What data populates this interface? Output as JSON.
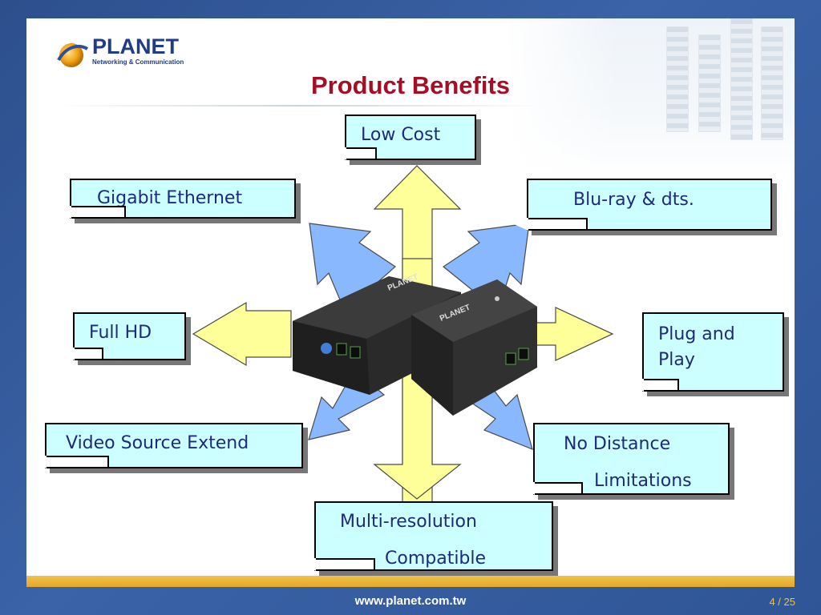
{
  "brand": {
    "name": "PLANET",
    "tagline": "Networking & Communication"
  },
  "slide": {
    "title": "Product Benefits"
  },
  "benefits": {
    "low_cost": "Low Cost",
    "gigabit": "Gigabit Ethernet",
    "bluray": "Blu-ray & dts.",
    "full_hd": "Full HD",
    "plug_play_1": "Plug and",
    "plug_play_2": "Play",
    "video_source": "Video Source Extend",
    "no_distance_1": "No Distance",
    "no_distance_2": "Limitations",
    "multi_res_1": "Multi-resolution",
    "multi_res_2": "Compatible"
  },
  "footer": {
    "url": "www.planet.com.tw",
    "page": "4 / 25"
  },
  "colors": {
    "title": "#a50f25",
    "note_bg": "#ccffff",
    "note_text": "#1f2a7a",
    "yellow_arrow": "#ffff99",
    "blue_arrow": "#8ab8ff",
    "gold_bar": "#e8b13a"
  },
  "icons": {
    "logo": "planet-globe-logo",
    "device": "hdmi-extender-device"
  }
}
